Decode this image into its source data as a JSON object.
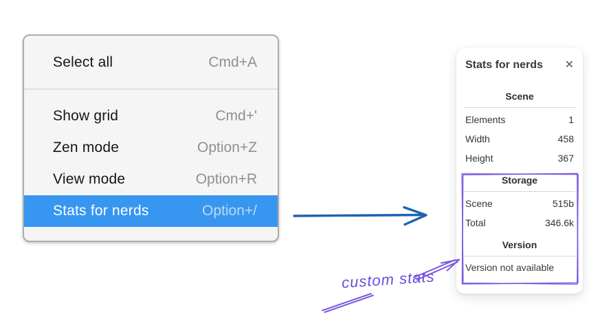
{
  "context_menu": {
    "sections": [
      {
        "items": [
          {
            "label": "Select all",
            "shortcut": "Cmd+A",
            "highlighted": false
          }
        ]
      },
      {
        "items": [
          {
            "label": "Show grid",
            "shortcut": "Cmd+'",
            "highlighted": false
          },
          {
            "label": "Zen mode",
            "shortcut": "Option+Z",
            "highlighted": false
          },
          {
            "label": "View mode",
            "shortcut": "Option+R",
            "highlighted": false
          },
          {
            "label": "Stats for nerds",
            "shortcut": "Option+/",
            "highlighted": true
          }
        ]
      }
    ]
  },
  "stats_panel": {
    "title": "Stats for nerds",
    "sections": [
      {
        "header": "Scene",
        "rows": [
          {
            "label": "Elements",
            "value": "1"
          },
          {
            "label": "Width",
            "value": "458"
          },
          {
            "label": "Height",
            "value": "367"
          }
        ]
      },
      {
        "header": "Storage",
        "rows": [
          {
            "label": "Scene",
            "value": "515b"
          },
          {
            "label": "Total",
            "value": "346.6k"
          }
        ]
      },
      {
        "header": "Version",
        "note": "Version not available"
      }
    ]
  },
  "annotation": {
    "label": "custom stats"
  },
  "icons": {
    "close": "✕"
  },
  "colors": {
    "menu_highlight": "#3796ef",
    "flow_arrow": "#1e63ad",
    "annotation_purple": "#7b55dd",
    "annotation_text": "#6b4be0"
  }
}
